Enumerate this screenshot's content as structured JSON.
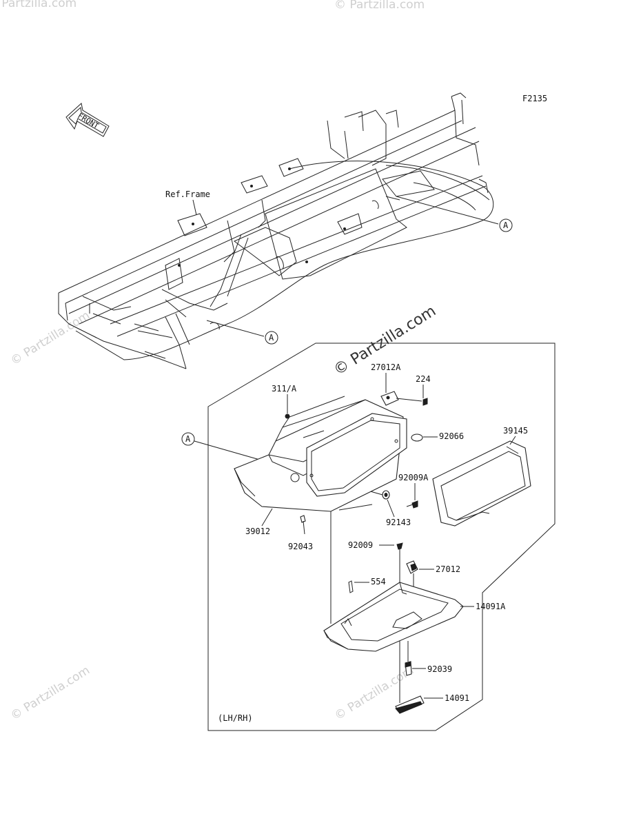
{
  "diagram": {
    "code": "F2135",
    "front_label": "FRONT",
    "ref_frame": "Ref.Frame",
    "variant": "(LH/RH)",
    "callouts": [
      "A",
      "A",
      "A"
    ],
    "parts": {
      "p27012A": "27012A",
      "p224": "224",
      "p311A": "311/A",
      "p92066": "92066",
      "p39145": "39145",
      "p92009A": "92009A",
      "p92143": "92143",
      "p39012": "39012",
      "p92043": "92043",
      "p92009": "92009",
      "p27012": "27012",
      "p554": "554",
      "p14091A": "14091A",
      "p92039": "92039",
      "p14091": "14091"
    }
  },
  "watermark": {
    "main": "© Partzilla.com",
    "faint": "© Partzilla.com"
  }
}
